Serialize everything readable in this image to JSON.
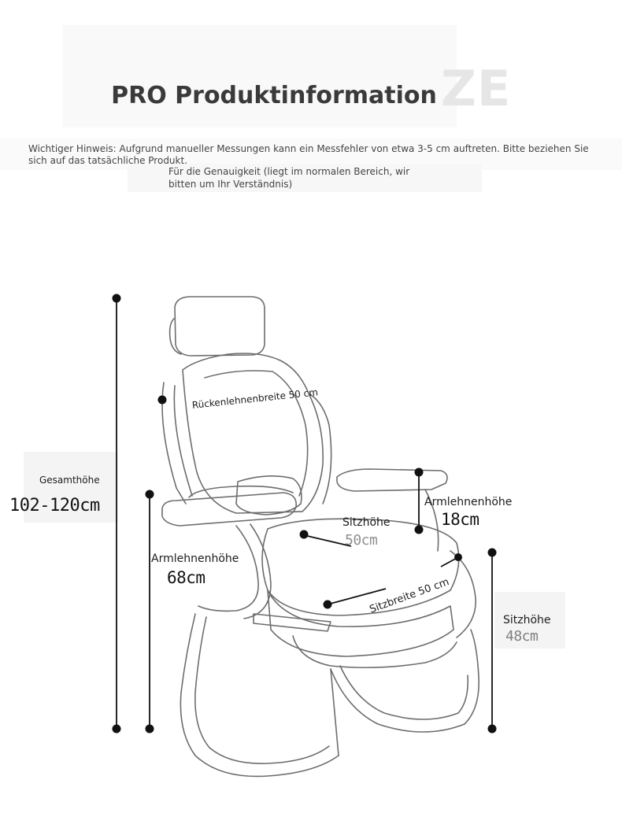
{
  "header": {
    "title": "PRO Produktinformation",
    "ghost_text": "ZE"
  },
  "notes": {
    "line1": "Wichtiger Hinweis: Aufgrund manueller Messungen kann ein Messfehler von etwa 3-5 cm auftreten. Bitte beziehen Sie sich auf das tatsächliche Produkt.",
    "line2": "Für die Genauigkeit (liegt im normalen Bereich, wir bitten um Ihr Verständnis)"
  },
  "dimensions": {
    "total_height_label": "Gesamthöhe",
    "total_height_value": "102-120cm",
    "backrest_width_label": "Rückenlehnenbreite 50 cm",
    "armrest_height_right_label": "Armlehnenhöhe",
    "armrest_height_right_value": "18cm",
    "seat_height_top_label": "Sitzhöhe",
    "seat_height_top_value": "50cm",
    "armrest_height_left_label": "Armlehnenhöhe",
    "armrest_height_left_value": "68cm",
    "seat_width_label": "Sitzbreite 50 cm",
    "seat_height_right_label": "Sitzhöhe",
    "seat_height_right_value": "48cm"
  },
  "colors": {
    "line": "#111111",
    "chair_stroke": "#6d6d6d"
  }
}
